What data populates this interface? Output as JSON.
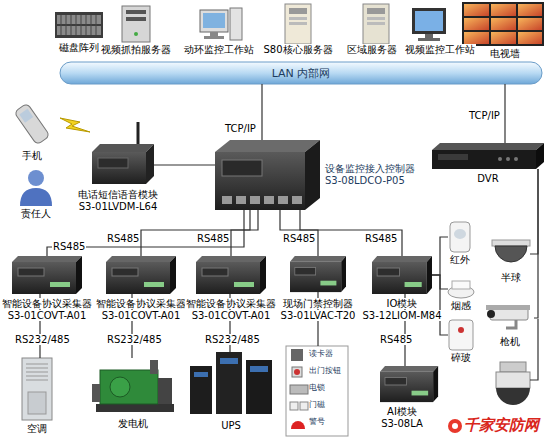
{
  "diagram": {
    "nodes": [
      {
        "text": [
          "磁盘阵列"
        ]
      },
      {
        "text": [
          "视频抓拍服务器"
        ]
      },
      {
        "text": [
          "动环监控工作站"
        ]
      },
      {
        "text": [
          "S80核心服务器"
        ]
      },
      {
        "text": [
          "区域服务器"
        ]
      },
      {
        "text": [
          "视频监控工作站"
        ]
      },
      {
        "text": [
          "电视墙"
        ]
      },
      {
        "text": [
          "LAN 内部网"
        ]
      },
      {
        "text": [
          "手机"
        ]
      },
      {
        "text": [
          "责任人"
        ]
      },
      {
        "text": [
          "电话短信语音模块",
          "S3-01LVDM-L64"
        ]
      },
      {
        "text": [
          "设备监控接入控制器",
          "S3-08LDCO-P05"
        ]
      },
      {
        "text": [
          "DVR"
        ]
      },
      {
        "text": [
          "智能设备协议采集器",
          "S3-01COVT-A01"
        ]
      },
      {
        "text": [
          "智能设备协议采集器",
          "S3-01COVT-A01"
        ]
      },
      {
        "text": [
          "智能设备协议采集器",
          "S3-01COVT-A01"
        ]
      },
      {
        "text": [
          "现场门禁控制器",
          "S3-01LVAC-T20"
        ]
      },
      {
        "text": [
          "IO模块",
          "S3-12LIOM-M84"
        ]
      },
      {
        "text": [
          "红外"
        ]
      },
      {
        "text": [
          "烟感"
        ]
      },
      {
        "text": [
          "碎玻"
        ]
      },
      {
        "text": [
          "半球"
        ]
      },
      {
        "text": [
          "枪机"
        ]
      },
      {
        "text": [
          "AI模块",
          "S3-08LA"
        ]
      },
      {
        "text": [
          "空调"
        ]
      },
      {
        "text": [
          "发电机"
        ]
      },
      {
        "text": [
          "UPS"
        ]
      },
      {
        "text": [
          "读卡器",
          "出门按钮",
          "电锁",
          "门磁",
          "警号"
        ]
      }
    ],
    "edges": [
      {
        "from": 7,
        "to": 11,
        "label": "TCP/IP",
        "arrow": "none"
      },
      {
        "from": 7,
        "to": 12,
        "label": "TCP/IP",
        "arrow": "none"
      },
      {
        "from": 10,
        "to": 11,
        "arrow": "none"
      },
      {
        "from": 11,
        "to": 13,
        "label": "RS485",
        "arrow": "none"
      },
      {
        "from": 11,
        "to": 14,
        "label": "RS485",
        "arrow": "none"
      },
      {
        "from": 11,
        "to": 15,
        "label": "RS485",
        "arrow": "none"
      },
      {
        "from": 11,
        "to": 16,
        "label": "RS485",
        "arrow": "none"
      },
      {
        "from": 11,
        "to": 17,
        "label": "RS485",
        "arrow": "none"
      },
      {
        "from": 13,
        "to": 24,
        "label": "RS232/485",
        "arrow": "none"
      },
      {
        "from": 14,
        "to": 25,
        "label": "RS232/485",
        "arrow": "none"
      },
      {
        "from": 15,
        "to": 26,
        "label": "RS232/485",
        "arrow": "none"
      },
      {
        "from": 16,
        "to": 27,
        "arrow": "none"
      },
      {
        "from": 17,
        "to": 23,
        "label": "RS485",
        "arrow": "none"
      },
      {
        "from": 17,
        "to": 18,
        "arrow": "none"
      },
      {
        "from": 17,
        "to": 19,
        "arrow": "none"
      },
      {
        "from": 17,
        "to": 20,
        "arrow": "none"
      },
      {
        "from": 12,
        "to": 21,
        "arrow": "none"
      },
      {
        "from": 12,
        "to": 22,
        "arrow": "none"
      }
    ],
    "labels": [
      "千家安防网"
    ]
  }
}
